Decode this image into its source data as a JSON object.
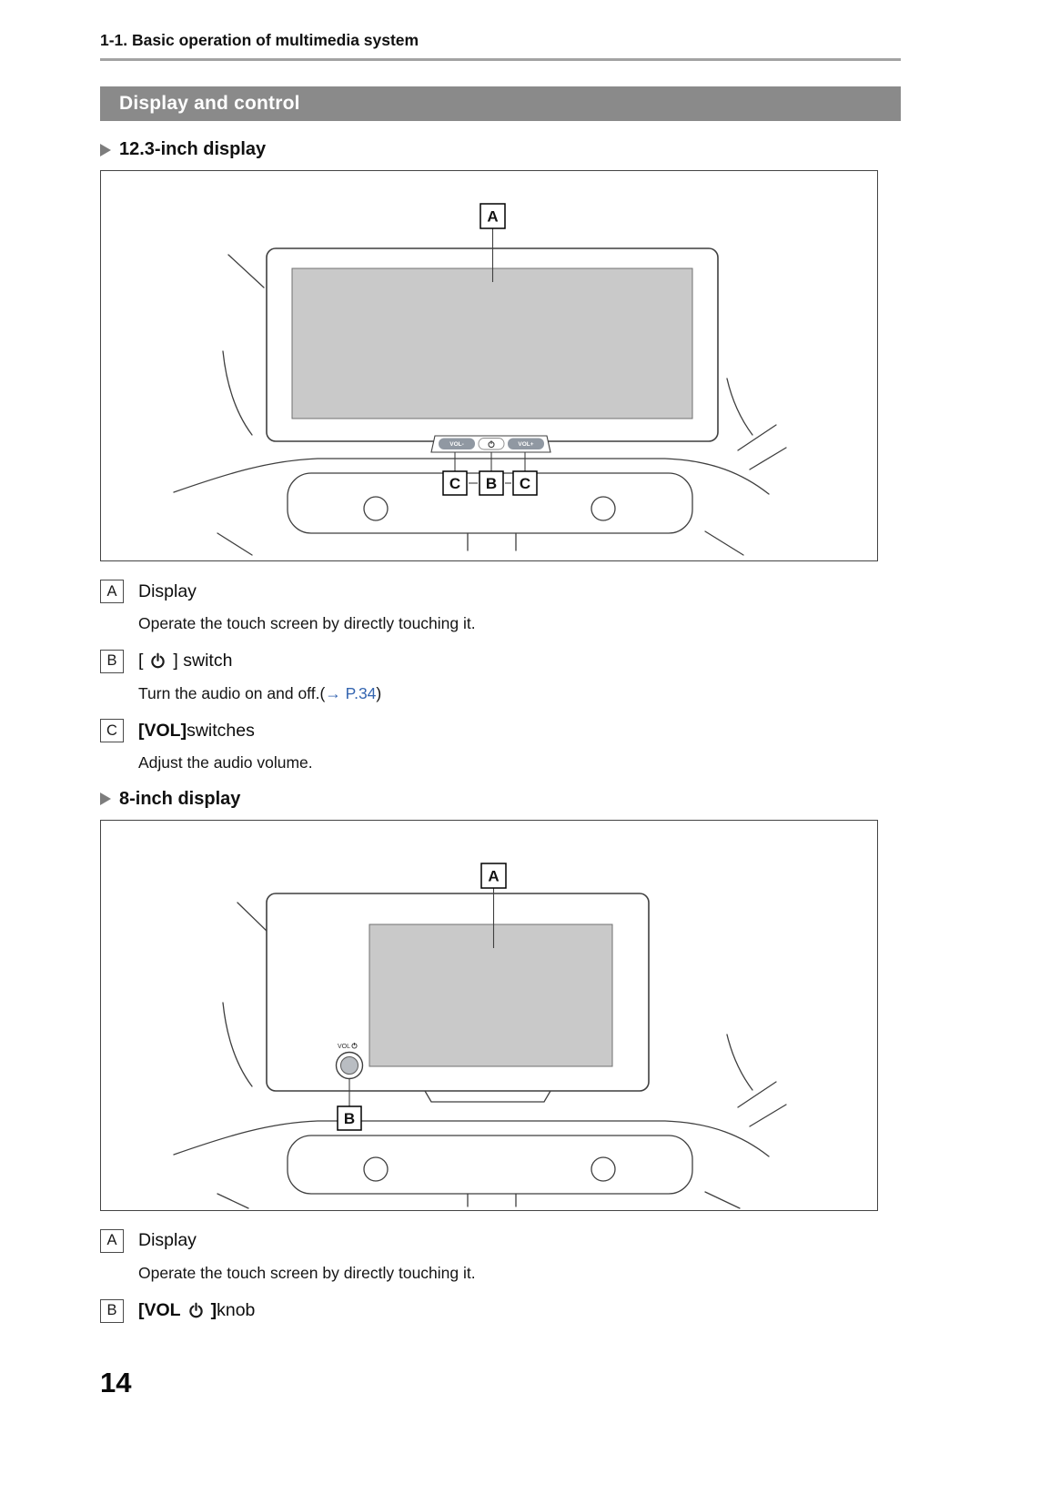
{
  "header": {
    "breadcrumb": "1-1. Basic operation of multimedia system"
  },
  "banner": {
    "title": "Display and control"
  },
  "section_12": {
    "heading": "12.3-inch display",
    "figure": {
      "callout_a": "A",
      "callout_b": "B",
      "callout_c": "C",
      "vol_minus_label": "VOL-",
      "vol_plus_label": "VOL+"
    },
    "items": {
      "a": {
        "label": "A",
        "title": "Display",
        "desc": "Operate the touch screen by directly touching it."
      },
      "b": {
        "label": "B",
        "bracket_open": "[",
        "bracket_close": "] switch",
        "desc_before": "Turn the audio on and off.(",
        "link": "→ P.34",
        "desc_after": ")"
      },
      "c": {
        "label": "C",
        "title_bold": "[VOL]",
        "title_rest": " switches",
        "desc": "Adjust the audio volume."
      }
    }
  },
  "section_8": {
    "heading": "8-inch display",
    "figure": {
      "callout_a": "A",
      "callout_b": "B",
      "knob_label": "VOL"
    },
    "items": {
      "a": {
        "label": "A",
        "title": "Display",
        "desc": "Operate the touch screen by directly touching it."
      },
      "b": {
        "label": "B",
        "title_bold_open": "[VOL",
        "title_bold_close": "]",
        "title_rest": " knob"
      }
    }
  },
  "footer": {
    "page_number": "14"
  },
  "colors": {
    "banner_bg": "#8a8a8a",
    "link_blue": "#3465b0",
    "screen_gray": "#c9c9c9",
    "line_art": "#3f3f3f"
  }
}
